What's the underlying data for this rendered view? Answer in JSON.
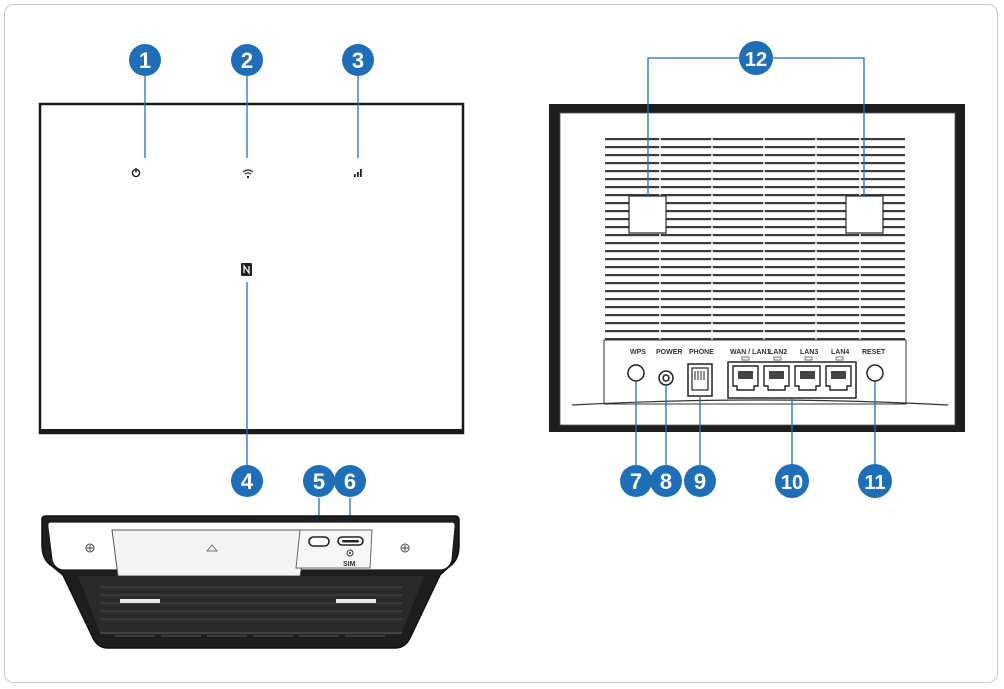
{
  "callouts": [
    "1",
    "2",
    "3",
    "4",
    "5",
    "6",
    "7",
    "8",
    "9",
    "10",
    "11",
    "12"
  ],
  "rear_panel": {
    "ports": [
      "WPS",
      "POWER",
      "PHONE",
      "WAN / LAN1",
      "LAN2",
      "LAN3",
      "LAN4",
      "RESET"
    ]
  },
  "bottom_view": {
    "sim_label": "SIM"
  },
  "colors": {
    "callout_fill": "#1f6fb8",
    "device_outline": "#1a1a1a",
    "callout_line": "#1f6fb8"
  }
}
